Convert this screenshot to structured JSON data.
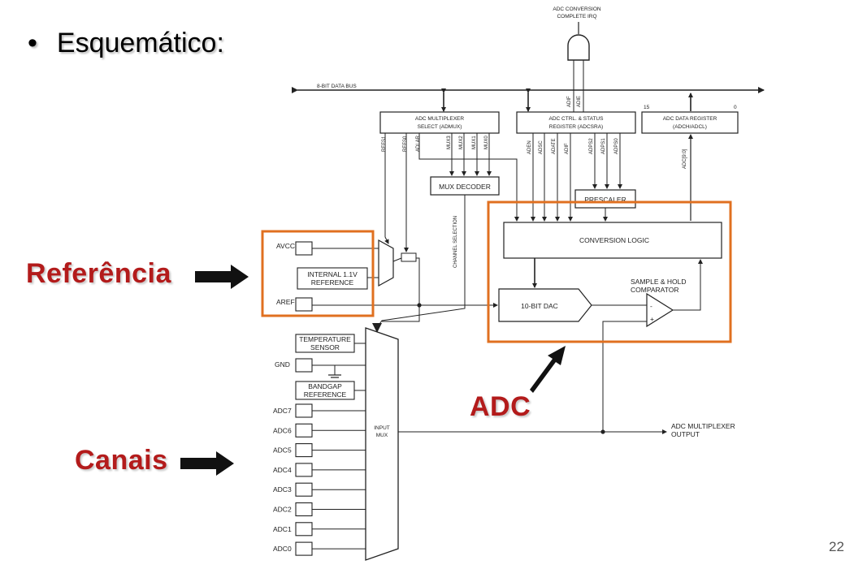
{
  "slide": {
    "bullet_char": "•",
    "title": "Esquemático:",
    "page_number": "22"
  },
  "callouts": {
    "referencia": "Referência",
    "adc": "ADC",
    "canais": "Canais"
  },
  "colors": {
    "callout_text": "#b31b1b",
    "highlight_box": "#e07020",
    "diagram_lines": "#222222"
  },
  "diagram": {
    "irq_label_line1": "ADC CONVERSION",
    "irq_label_line2": "COMPLETE IRQ",
    "data_bus": "8-BIT DATA BUS",
    "admux_line1": "ADC MULTIPLEXER",
    "admux_line2": "SELECT (ADMUX)",
    "adcsra_line1": "ADC CTRL. & STATUS",
    "adcsra_line2": "REGISTER (ADCSRA)",
    "adcdata_line1": "ADC DATA REGISTER",
    "adcdata_line2": "(ADCH/ADCL)",
    "bit15": "15",
    "bit0": "0",
    "admux_bits": [
      "REFS1",
      "REFS0",
      "ADLAR",
      "MUX3",
      "MUX2",
      "MUX1",
      "MUX0"
    ],
    "adcsra_bits": [
      "ADEN",
      "ADSC",
      "ADATE",
      "ADIF",
      "ADPS2",
      "ADPS1",
      "ADPS0"
    ],
    "irq_bits": [
      "ADIF",
      "ADIE"
    ],
    "adc_result": "ADC[9:0]",
    "mux_decoder": "MUX DECODER",
    "prescaler": "PRESCALER",
    "channel_selection": "CHANNEL SELECTION",
    "conversion_logic": "CONVERSION LOGIC",
    "avcc": "AVCC",
    "internal_ref_line1": "INTERNAL 1.1V",
    "internal_ref_line2": "REFERENCE",
    "aref": "AREF",
    "dac": "10-BIT DAC",
    "sh_line1": "SAMPLE & HOLD",
    "sh_line2": "COMPARATOR",
    "minus": "-",
    "plus": "+",
    "temp_line1": "TEMPERATURE",
    "temp_line2": "SENSOR",
    "gnd": "GND",
    "bandgap_line1": "BANDGAP",
    "bandgap_line2": "REFERENCE",
    "channels": [
      "ADC7",
      "ADC6",
      "ADC5",
      "ADC4",
      "ADC3",
      "ADC2",
      "ADC1",
      "ADC0"
    ],
    "input_mux_line1": "INPUT",
    "input_mux_line2": "MUX",
    "mux_output_line1": "ADC MULTIPLEXER",
    "mux_output_line2": "OUTPUT"
  }
}
